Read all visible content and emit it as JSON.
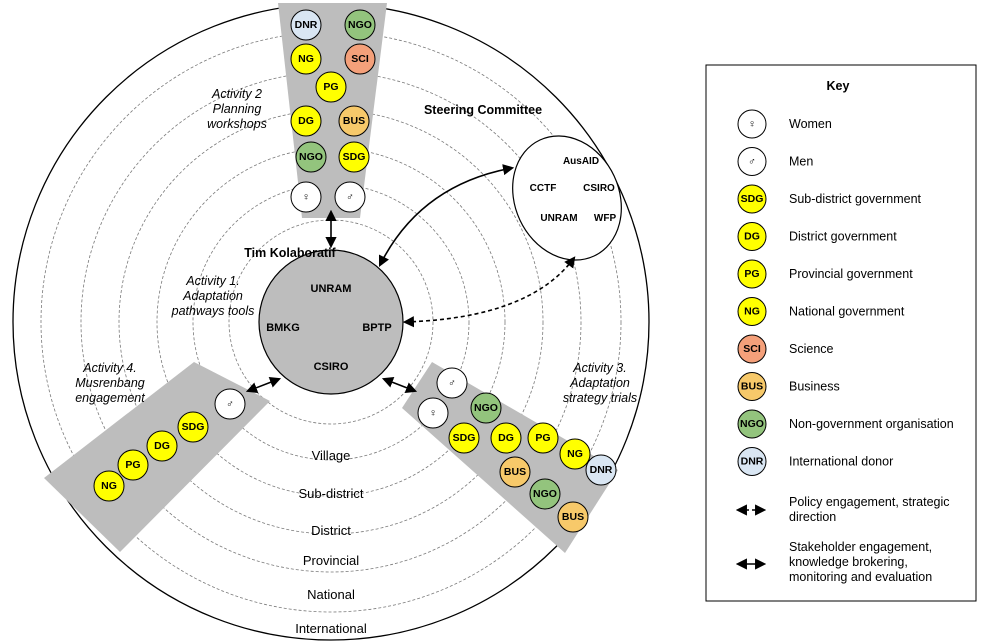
{
  "colors": {
    "SDG": "#ffff00",
    "DG": "#ffff00",
    "PG": "#ffff00",
    "NG": "#ffff00",
    "SCI": "#f4a07a",
    "BUS": "#f7c96a",
    "NGO": "#93c47d",
    "DNR": "#d9e6f3",
    "W": "#ffffff",
    "M": "#ffffff"
  },
  "levels": [
    "Village",
    "Sub-district",
    "District",
    "Provincial",
    "National",
    "International"
  ],
  "center": {
    "labels": [
      "UNRAM",
      "BMKG",
      "BPTP",
      "CSIRO"
    ]
  },
  "tim_label": "Tim Kolaboratif",
  "steering": {
    "title": "Steering Committee",
    "labels": [
      "AusAID",
      "CCTF",
      "CSIRO",
      "UNRAM",
      "WFP"
    ]
  },
  "activities": {
    "a1": [
      "Activity 1.",
      "Adaptation",
      "pathways tools"
    ],
    "a2": [
      "Activity 2",
      "Planning",
      "workshops"
    ],
    "a3": [
      "Activity 3.",
      "Adaptation",
      "strategy trials"
    ],
    "a4": [
      "Activity 4.",
      "Musrenbang",
      "engagement"
    ]
  },
  "nodes": {
    "top": [
      "DNR",
      "NGO",
      "NG",
      "SCI",
      "PG",
      "DG",
      "BUS",
      "NGO",
      "SDG",
      "W",
      "M"
    ],
    "left": [
      "M",
      "SDG",
      "DG",
      "PG",
      "NG"
    ],
    "right": [
      "M",
      "W",
      "NGO",
      "SDG",
      "DG",
      "PG",
      "NG",
      "DNR",
      "BUS",
      "NGO",
      "BUS"
    ]
  },
  "symbols": {
    "W": "♀",
    "M": "♂"
  },
  "key": {
    "title": "Key",
    "items": [
      {
        "code": "W",
        "label": "Women"
      },
      {
        "code": "M",
        "label": "Men"
      },
      {
        "code": "SDG",
        "label": "Sub-district government"
      },
      {
        "code": "DG",
        "label": "District government"
      },
      {
        "code": "PG",
        "label": "Provincial government"
      },
      {
        "code": "NG",
        "label": "National government"
      },
      {
        "code": "SCI",
        "label": "Science"
      },
      {
        "code": "BUS",
        "label": "Business"
      },
      {
        "code": "NGO",
        "label": "Non-government organisation"
      },
      {
        "code": "DNR",
        "label": "International donor"
      }
    ],
    "policy": [
      "Policy engagement, strategic",
      "direction"
    ],
    "stakeholder": [
      "Stakeholder engagement,",
      "knowledge brokering,",
      "monitoring and evaluation"
    ]
  }
}
